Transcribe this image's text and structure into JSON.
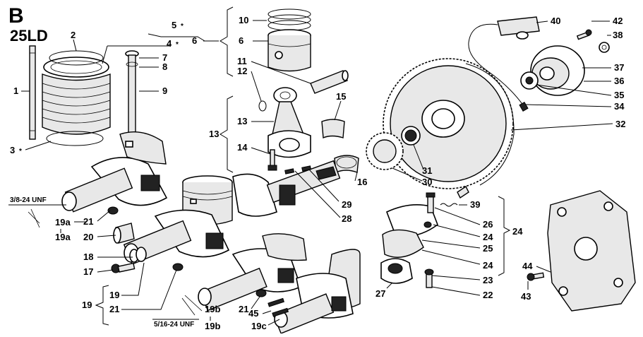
{
  "header": {
    "letter": "B",
    "model": "25LD"
  },
  "labels": {
    "l1": "1",
    "l2": "2",
    "l3": "3",
    "l3s": "*",
    "l4": "4",
    "l4s": "*",
    "l5": "5",
    "l5s": "*",
    "l6a": "6",
    "l6b": "6",
    "l7": "7",
    "l8": "8",
    "l9": "9",
    "l10": "10",
    "l11": "11",
    "l12": "12",
    "l13a": "13",
    "l13b": "13",
    "l14": "14",
    "l15": "15",
    "l16": "16",
    "l17": "17",
    "l18": "18",
    "l19a": "19",
    "l19b": "19",
    "l19c": "19a",
    "l19d": "19a",
    "l19e": "19b",
    "l19f": "19b",
    "l19g": "19c",
    "l20": "20",
    "l21a": "21",
    "l21b": "21",
    "l21c": "21",
    "l22": "22",
    "l23": "23",
    "l24a": "24",
    "l24b": "24",
    "l24c": "24",
    "l25": "25",
    "l26": "26",
    "l27": "27",
    "l28": "28",
    "l29": "29",
    "l30": "30",
    "l31": "31",
    "l32": "32",
    "l34": "34",
    "l35": "35",
    "l36": "36",
    "l37": "37",
    "l38": "38",
    "l39": "39",
    "l40": "40",
    "l42": "42",
    "l43": "43",
    "l44": "44",
    "l45": "45"
  },
  "notes": {
    "thread1": "3/8-24 UNF",
    "thread2": "5/16-24 UNF"
  }
}
